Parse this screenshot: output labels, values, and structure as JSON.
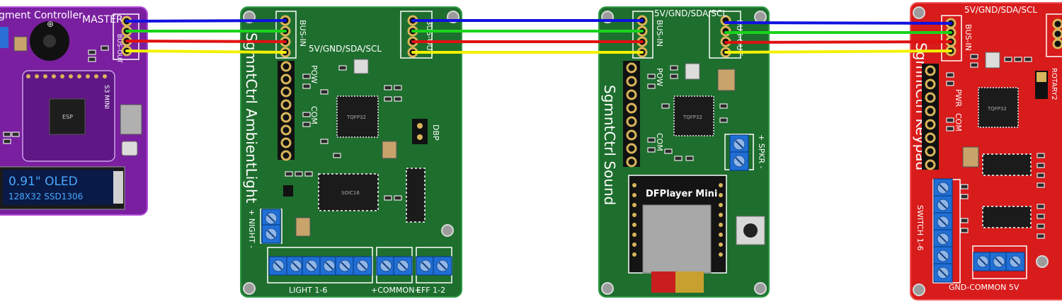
{
  "colors": {
    "wire_blue": "#1010e0",
    "wire_green": "#19d419",
    "wire_red": "#e01010",
    "wire_yellow": "#f2f200",
    "board_master": "#7a1fa0",
    "board_green": "#1e6e2e",
    "board_red": "#d81b1b",
    "terminal_blue": "#1f6fd6",
    "silk": "#ffffff"
  },
  "master": {
    "title": "gment Controller",
    "badge": "MASTER",
    "bus_out": "BUS-OUT",
    "mcu_label": "S3 MINI",
    "oled_line1": "0.91\" OLED",
    "oled_line2": "128X32 SSD1306"
  },
  "ambient": {
    "title": "SgmntCtrl AmbientLight",
    "bus_in": "BUS-IN",
    "bus_out": "BUS-OUT",
    "bus_spec": "5V/GND/SDA/SCL",
    "pow": "POW",
    "com": "COM",
    "dbp": "DBP",
    "ic_label": "SOIC16",
    "mcu_label": "TQFP32",
    "night": "+ NIGHT -",
    "light": "LIGHT 1-6",
    "common": "+COMMON+",
    "eff": "EFF 1-2"
  },
  "sound": {
    "title": "SgmntCtrl Sound",
    "bus_in": "BUS-IN",
    "bus_out": "BUS-OUT",
    "bus_spec": "5V/GND/SDA/SCL",
    "pow": "POW",
    "com": "COM",
    "spkr": "+ SPKR -",
    "dfplayer": "DFPlayer Mini",
    "mcu_label": "TQFP32"
  },
  "keypad": {
    "title": "SgmntCtrl Keypad",
    "bus_in": "BUS-IN",
    "bus_spec": "5V/GND/SDA/SCL",
    "pwr": "PWR",
    "com": "COM",
    "rotary": "ROTARY2",
    "switch": "SWITCH 1-6",
    "gnd_common": "GND-COMMON 5V",
    "mcu_label": "TQFP32"
  }
}
